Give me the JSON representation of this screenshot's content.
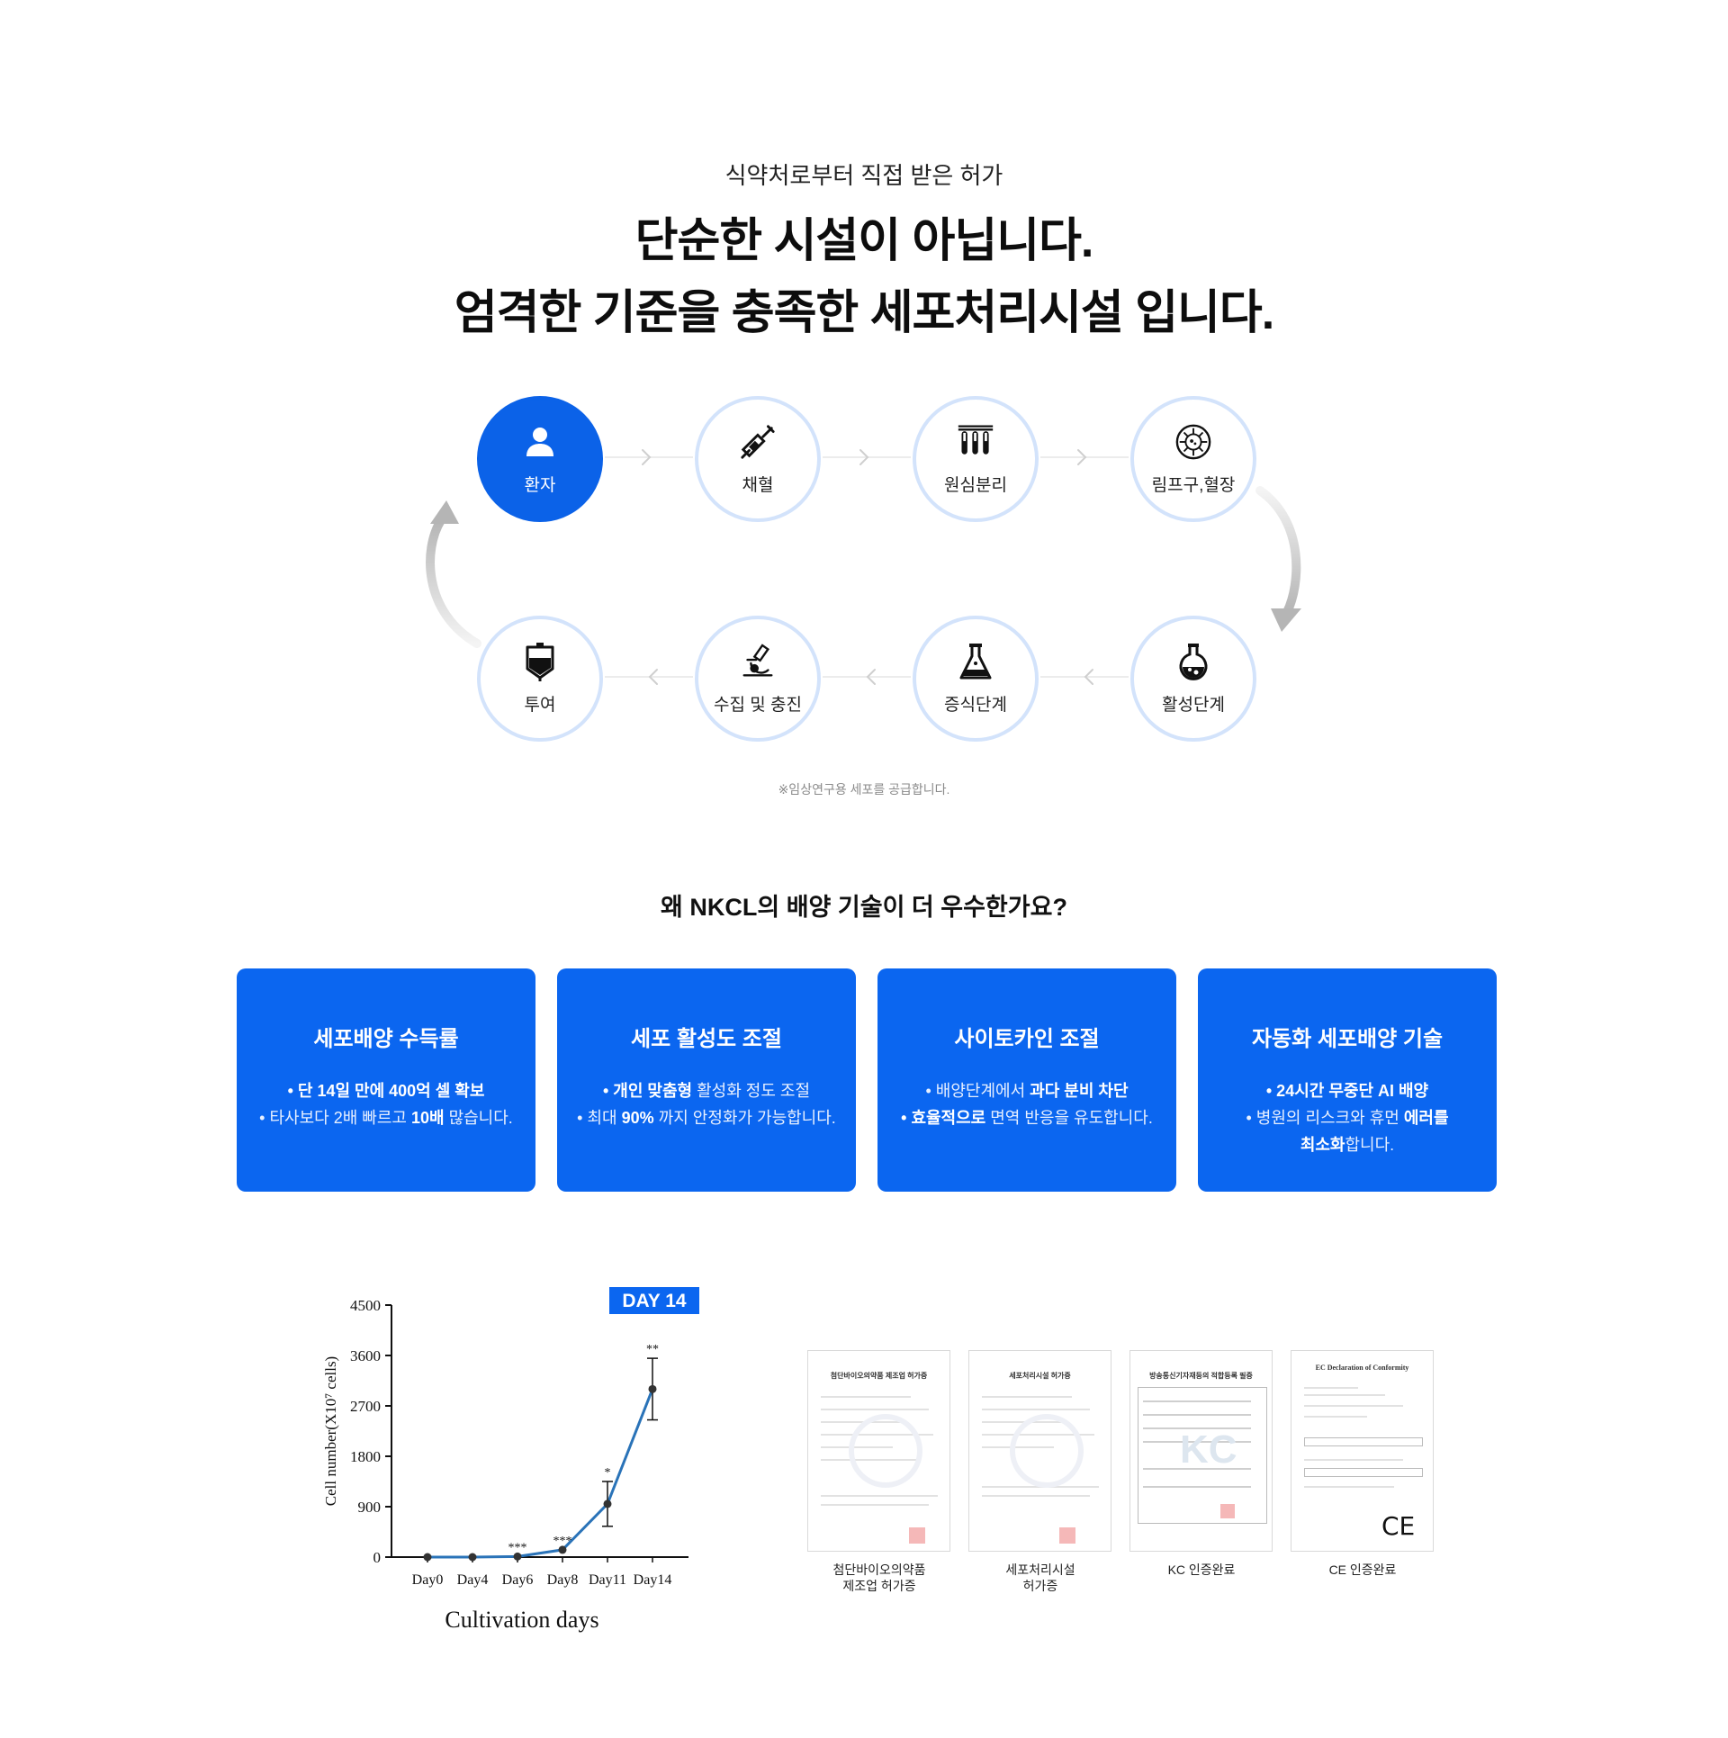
{
  "header": {
    "subtitle": "식약처로부터 직접 받은 허가",
    "title_line1": "단순한 시설이 아닙니다.",
    "title_line2": "엄격한 기준을 충족한 세포처리시설 입니다."
  },
  "process": {
    "steps": [
      {
        "label": "환자",
        "icon": "person-icon"
      },
      {
        "label": "채혈",
        "icon": "syringe-icon"
      },
      {
        "label": "원심분리",
        "icon": "test-tubes-icon"
      },
      {
        "label": "림프구,혈장",
        "icon": "cell-icon"
      },
      {
        "label": "활성단계",
        "icon": "round-flask-icon"
      },
      {
        "label": "증식단계",
        "icon": "conical-flask-icon"
      },
      {
        "label": "수집 및 충진",
        "icon": "microscope-icon"
      },
      {
        "label": "투여",
        "icon": "iv-bag-icon"
      }
    ],
    "note": "※임상연구용 세포를 공급합니다."
  },
  "why": {
    "question": "왜 NKCL의 배양 기술이 더 우수한가요?",
    "cards": [
      {
        "title": "세포배양 수득률",
        "l1_bold": "• 단 14일 만에 400억 셀 확보",
        "l2_a": "• 타사보다 2배 빠르고 ",
        "l2_b": "10배",
        "l2_c": " 많습니다."
      },
      {
        "title": "세포 활성도 조절",
        "l1_a": "• ",
        "l1_b": "개인 맞춤형",
        "l1_c": " 활성화 정도 조절",
        "l2_a": "• 최대 ",
        "l2_b": "90%",
        "l2_c": " 까지 안정화가 가능합니다."
      },
      {
        "title": "사이토카인 조절",
        "l1_a": "• 배양단계에서 ",
        "l1_b": "과다 분비 차단",
        "l2_a": "• ",
        "l2_b": "효율적으로",
        "l2_c": " 면역 반응을 유도합니다."
      },
      {
        "title": "자동화 세포배양 기술",
        "l1_bold": "• 24시간 무중단 AI 배양",
        "l2_a": "• 병원의 리스크와 휴먼 ",
        "l2_b": "에러를",
        "l3_b": "최소화",
        "l3_c": "합니다."
      }
    ]
  },
  "chart_data": {
    "type": "line",
    "categories": [
      "Day0",
      "Day4",
      "Day6",
      "Day8",
      "Day11",
      "Day14"
    ],
    "values": [
      0,
      0,
      10,
      130,
      950,
      3000
    ],
    "error": [
      0,
      0,
      0,
      0,
      400,
      550
    ],
    "significance": [
      "",
      "",
      "***",
      "***",
      "*",
      "**"
    ],
    "yticks": [
      "0",
      "900",
      "1800",
      "2700",
      "3600",
      "4500"
    ],
    "ylim": [
      0,
      4500
    ],
    "xlabel": "Cultivation days",
    "ylabel": "Cell number(X10⁷ cells)",
    "badge": "DAY 14",
    "color": "#2a73b8",
    "grid": false
  },
  "certificates": [
    {
      "doc_title": "첨단바이오의약품 제조업 허가증",
      "caption1": "첨단바이오의약품",
      "caption2": "제조업 허가증"
    },
    {
      "doc_title": "세포처리시설 허가증",
      "caption1": "세포처리시설",
      "caption2": "허가증"
    },
    {
      "doc_title": "방송통신기자재등의 적합등록 필증",
      "caption1": "KC 인증완료",
      "caption2": ""
    },
    {
      "doc_title": "EC Declaration of Conformity",
      "caption1": "CE 인증완료",
      "caption2": ""
    }
  ],
  "colors": {
    "brand_blue": "#0b66f0",
    "circle_border": "#d3e3fb",
    "chart_line": "#2a73b8"
  }
}
